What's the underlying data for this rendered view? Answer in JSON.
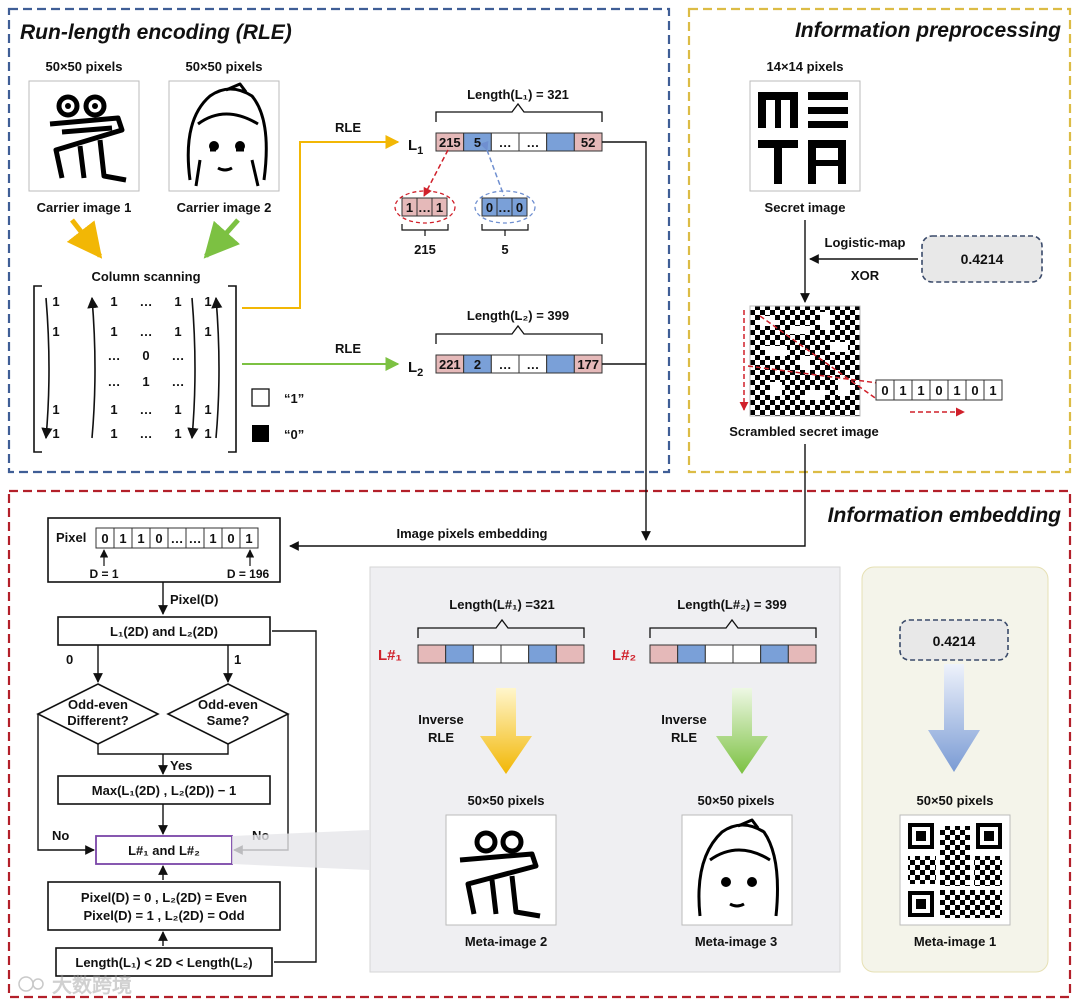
{
  "sections": {
    "rle": "Run-length encoding (RLE)",
    "preprocessing": "Information preprocessing",
    "embedding": "Information embedding"
  },
  "rle": {
    "carrier1_size": "50×50 pixels",
    "carrier2_size": "50×50 pixels",
    "carrier1_label": "Carrier image 1",
    "carrier2_label": "Carrier image 2",
    "column_scanning": "Column scanning",
    "matrix_rows": [
      [
        "1",
        "1",
        "…",
        "1",
        "1"
      ],
      [
        "1",
        "1",
        "…",
        "1",
        "1"
      ],
      [
        "",
        "…",
        "0",
        "…",
        ""
      ],
      [
        "",
        "…",
        "1",
        "…",
        ""
      ],
      [
        "1",
        "1",
        "…",
        "1",
        "1"
      ],
      [
        "1",
        "1",
        "…",
        "1",
        "1"
      ]
    ],
    "legend_white": "“1”",
    "legend_black": "“0”",
    "rle_label_1": "RLE",
    "rle_label_2": "RLE",
    "L1": {
      "name": "L",
      "sub": "1",
      "length_label": "Length(L₁) = 321",
      "cells": [
        "215",
        "5",
        "…",
        "…",
        "",
        "52"
      ]
    },
    "L2": {
      "name": "L",
      "sub": "2",
      "length_label": "Length(L₂) = 399",
      "cells": [
        "221",
        "2",
        "…",
        "…",
        "",
        "177"
      ]
    },
    "zoom_ones": [
      "1",
      "…",
      "1"
    ],
    "zoom_zeros": [
      "0",
      "…",
      "0"
    ],
    "zoom_ones_count": "215",
    "zoom_zeros_count": "5"
  },
  "preprocessing": {
    "secret_size": "14×14 pixels",
    "secret_label": "Secret image",
    "logistic_map": "Logistic-map",
    "xor": "XOR",
    "key": "0.4214",
    "scrambled_label": "Scrambled secret image",
    "bit_sequence": [
      "0",
      "1",
      "1",
      "0",
      "1",
      "0",
      "1"
    ]
  },
  "embedding": {
    "pixels_embedding": "Image pixels embedding",
    "pixel_label": "Pixel",
    "pixel_bits": [
      "0",
      "1",
      "1",
      "0",
      "…",
      "…",
      "1",
      "0",
      "1"
    ],
    "d_start": "D = 1",
    "d_end": "D = 196",
    "pixel_d": "Pixel(D)",
    "l_box": "L₁(2D) and L₂(2D)",
    "branch_0": "0",
    "branch_1": "1",
    "diamond_left": [
      "Odd-even",
      "Different?"
    ],
    "diamond_right": [
      "Odd-even",
      "Same?"
    ],
    "yes": "Yes",
    "no_left": "No",
    "no_right": "No",
    "max_box": "Max(L₁(2D) , L₂(2D)) − 1",
    "lsharp_box": "L#₁ and L#₂",
    "cond_1": "Pixel(D) = 0 ,  L₂(2D) = Even",
    "cond_2": "Pixel(D) = 1 ,  L₂(2D) = Odd",
    "length_cond": "Length(L₁) < 2D < Length(L₂)",
    "lsharp1": {
      "label": "L#₁",
      "length_label": "Length(L#₁) =321"
    },
    "lsharp2": {
      "label": "L#₂",
      "length_label": "Length(L#₂) = 399"
    },
    "inverse_rle_1": [
      "Inverse",
      "RLE"
    ],
    "inverse_rle_2": [
      "Inverse",
      "RLE"
    ],
    "meta2_size": "50×50 pixels",
    "meta3_size": "50×50 pixels",
    "meta1_size": "50×50 pixels",
    "meta2_label": "Meta-image 2",
    "meta3_label": "Meta-image 3",
    "meta1_label": "Meta-image 1",
    "key": "0.4214"
  },
  "watermark": "大数跨境",
  "colors": {
    "blue_frame": "#3f5e96",
    "yellow_frame": "#dcbc45",
    "red_frame": "#b3202a",
    "cell_pink": "#e5b9b9",
    "cell_blue": "#7aa0d8",
    "arrow_yellow": "#f2b705",
    "arrow_green": "#7cc142",
    "arrow_blue": "#7a9bd4",
    "red_label": "#d0202a",
    "purple_box": "#7a45a8"
  }
}
